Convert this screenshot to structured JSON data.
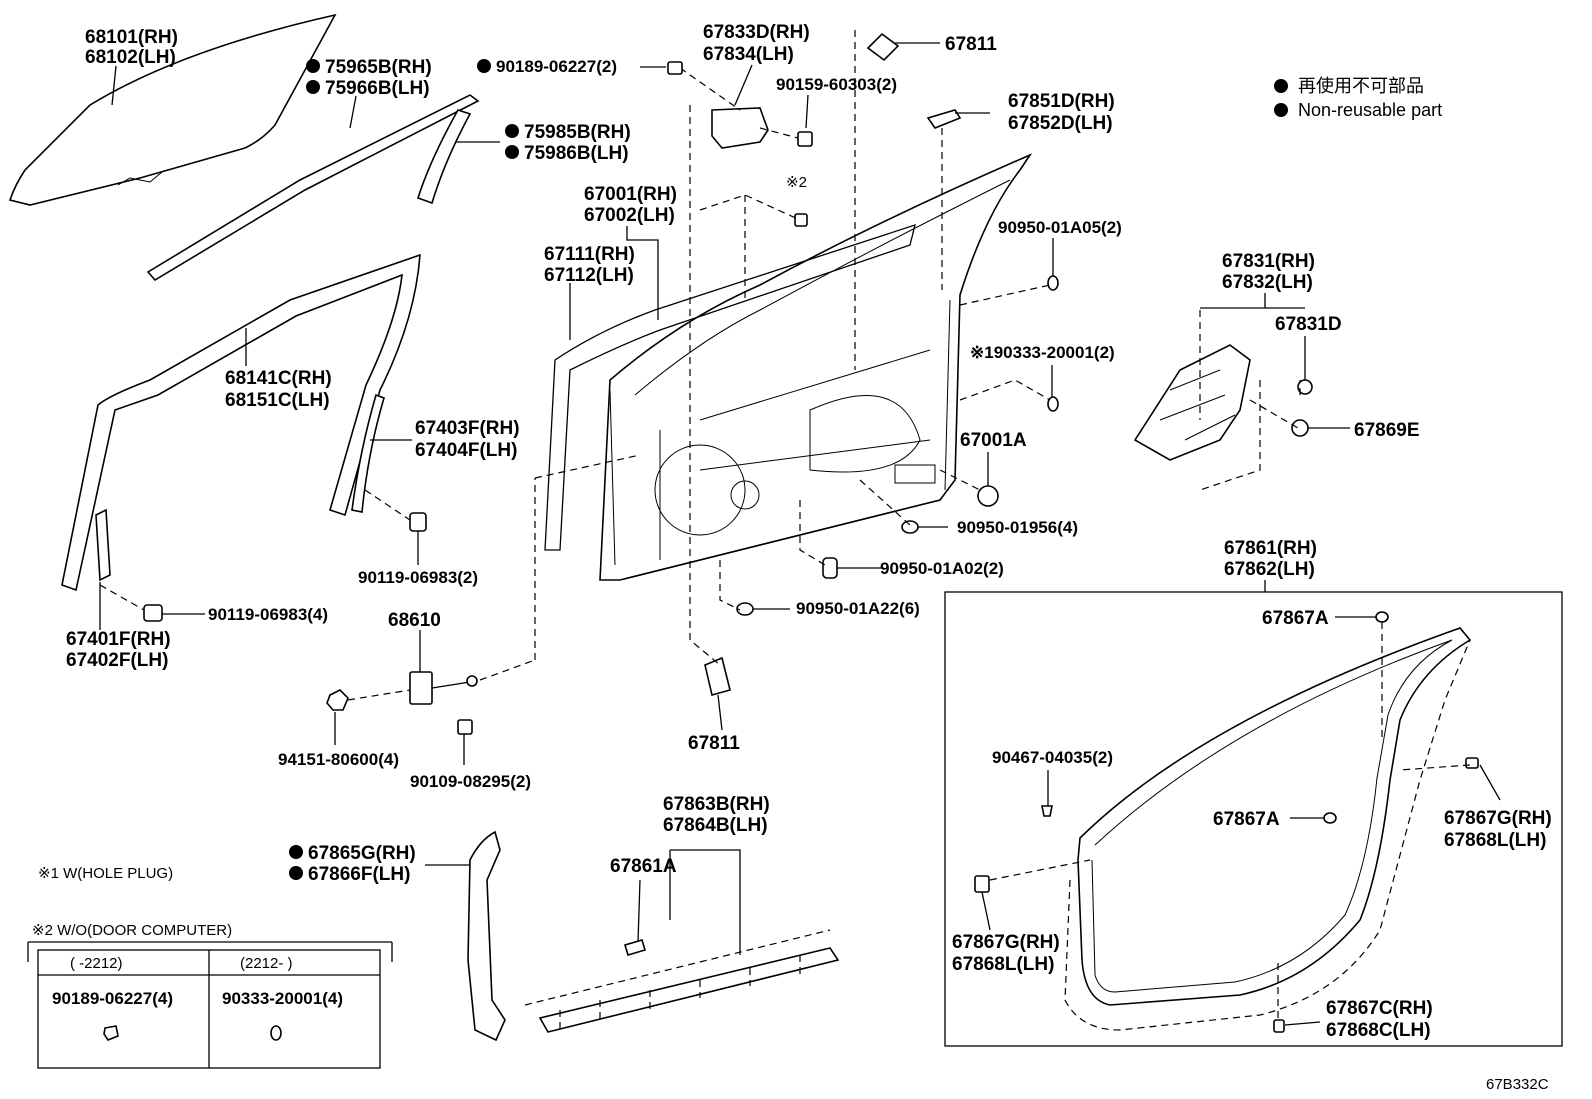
{
  "legend": {
    "jp": "再使用不可部品",
    "en": "Non-reusable part"
  },
  "drawing_code": "67B332C",
  "notes": {
    "note1": "※1 W(HOLE PLUG)",
    "note2": "※2 W/O(DOOR COMPUTER)",
    "ref2": "※2"
  },
  "table": {
    "col1_head": "(  -2212)",
    "col2_head": "(2212-  )",
    "col1_part": "90189-06227(4)",
    "col2_part": "90333-20001(4)"
  },
  "labels": {
    "p68101": "68101(RH)",
    "p68102": "68102(LH)",
    "p75965b": "75965B(RH)",
    "p75966b": "75966B(LH)",
    "p75985b": "75985B(RH)",
    "p75986b": "75986B(LH)",
    "p90189": "90189-06227(2)",
    "p67833d": "67833D(RH)",
    "p67834": "67834(LH)",
    "p90159": "90159-60303(2)",
    "p67811a": "67811",
    "p67851d": "67851D(RH)",
    "p67852d": "67852D(LH)",
    "p67001": "67001(RH)",
    "p67002": "67002(LH)",
    "p67111": "67111(RH)",
    "p67112": "67112(LH)",
    "p90950_05": "90950-01A05(2)",
    "p67831": "67831(RH)",
    "p67832": "67832(LH)",
    "p67831d": "67831D",
    "p68141c": "68141C(RH)",
    "p68151c": "68151C(LH)",
    "p190333": "※190333-20001(2)",
    "p67403f": "67403F(RH)",
    "p67404f": "67404F(LH)",
    "p67869e": "67869E",
    "p67001a": "67001A",
    "p90119_2": "90119-06983(2)",
    "p90950_56": "90950-01956(4)",
    "p90119_4": "90119-06983(4)",
    "p67401f": "67401F(RH)",
    "p67402f": "67402F(LH)",
    "p90950_02": "90950-01A02(2)",
    "p68610": "68610",
    "p67861": "67861(RH)",
    "p67862": "67862(LH)",
    "p90950_22": "90950-01A22(6)",
    "p67867a_top": "67867A",
    "p67811b": "67811",
    "p94151": "94151-80600(4)",
    "p90109": "90109-08295(2)",
    "p90467": "90467-04035(2)",
    "p67863b": "67863B(RH)",
    "p67864b": "67864B(LH)",
    "p67867a_mid": "67867A",
    "p67867g_r": "67867G(RH)",
    "p67868l_r": "67868L(LH)",
    "p67861a": "67861A",
    "p67865g": "67865G(RH)",
    "p67866f": "67866F(LH)",
    "p67867g_l": "67867G(RH)",
    "p67868l_l": "67868L(LH)",
    "p67867c": "67867C(RH)",
    "p67868c": "67868C(LH)"
  }
}
